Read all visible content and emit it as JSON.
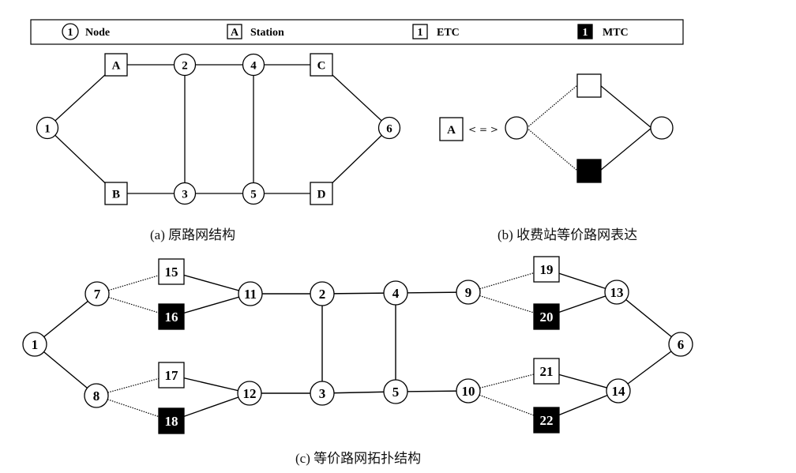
{
  "legend": {
    "items": [
      {
        "symbol": "1",
        "shape": "circle",
        "label": "Node"
      },
      {
        "symbol": "A",
        "shape": "square",
        "label": "Station"
      },
      {
        "symbol": "1",
        "shape": "square",
        "label": "ETC"
      },
      {
        "symbol": "1",
        "shape": "filled-square",
        "label": "MTC"
      }
    ]
  },
  "panel_a": {
    "caption": "(a)  原路网结构",
    "nodes": [
      {
        "id": "1",
        "shape": "circle"
      },
      {
        "id": "A",
        "shape": "square"
      },
      {
        "id": "2",
        "shape": "circle"
      },
      {
        "id": "4",
        "shape": "circle"
      },
      {
        "id": "C",
        "shape": "square"
      },
      {
        "id": "6",
        "shape": "circle"
      },
      {
        "id": "B",
        "shape": "square"
      },
      {
        "id": "3",
        "shape": "circle"
      },
      {
        "id": "5",
        "shape": "circle"
      },
      {
        "id": "D",
        "shape": "square"
      }
    ],
    "edges": [
      [
        "1",
        "A"
      ],
      [
        "A",
        "2"
      ],
      [
        "2",
        "4"
      ],
      [
        "4",
        "C"
      ],
      [
        "C",
        "6"
      ],
      [
        "1",
        "B"
      ],
      [
        "B",
        "3"
      ],
      [
        "3",
        "5"
      ],
      [
        "5",
        "D"
      ],
      [
        "D",
        "6"
      ],
      [
        "2",
        "3"
      ],
      [
        "4",
        "5"
      ]
    ]
  },
  "panel_b": {
    "caption": "(b)  收费站等价路网表达",
    "station_label": "A",
    "equiv_symbol": "< = >"
  },
  "panel_c": {
    "caption": "(c)  等价路网拓扑结构",
    "nodes": [
      {
        "id": "1",
        "shape": "circle"
      },
      {
        "id": "7",
        "shape": "circle"
      },
      {
        "id": "8",
        "shape": "circle"
      },
      {
        "id": "15",
        "shape": "square"
      },
      {
        "id": "16",
        "shape": "filled-square"
      },
      {
        "id": "17",
        "shape": "square"
      },
      {
        "id": "18",
        "shape": "filled-square"
      },
      {
        "id": "11",
        "shape": "circle"
      },
      {
        "id": "12",
        "shape": "circle"
      },
      {
        "id": "2",
        "shape": "circle"
      },
      {
        "id": "3",
        "shape": "circle"
      },
      {
        "id": "4",
        "shape": "circle"
      },
      {
        "id": "5",
        "shape": "circle"
      },
      {
        "id": "9",
        "shape": "circle"
      },
      {
        "id": "10",
        "shape": "circle"
      },
      {
        "id": "19",
        "shape": "square"
      },
      {
        "id": "20",
        "shape": "filled-square"
      },
      {
        "id": "21",
        "shape": "square"
      },
      {
        "id": "22",
        "shape": "filled-square"
      },
      {
        "id": "13",
        "shape": "circle"
      },
      {
        "id": "14",
        "shape": "circle"
      },
      {
        "id": "6",
        "shape": "circle"
      }
    ],
    "edges": [
      {
        "from": "1",
        "to": "7",
        "style": "solid"
      },
      {
        "from": "1",
        "to": "8",
        "style": "solid"
      },
      {
        "from": "7",
        "to": "15",
        "style": "dotted"
      },
      {
        "from": "7",
        "to": "16",
        "style": "dotted"
      },
      {
        "from": "8",
        "to": "17",
        "style": "dotted"
      },
      {
        "from": "8",
        "to": "18",
        "style": "dotted"
      },
      {
        "from": "15",
        "to": "11",
        "style": "solid"
      },
      {
        "from": "16",
        "to": "11",
        "style": "solid"
      },
      {
        "from": "17",
        "to": "12",
        "style": "solid"
      },
      {
        "from": "18",
        "to": "12",
        "style": "solid"
      },
      {
        "from": "11",
        "to": "2",
        "style": "solid"
      },
      {
        "from": "12",
        "to": "3",
        "style": "solid"
      },
      {
        "from": "2",
        "to": "4",
        "style": "solid"
      },
      {
        "from": "3",
        "to": "5",
        "style": "solid"
      },
      {
        "from": "2",
        "to": "3",
        "style": "solid"
      },
      {
        "from": "4",
        "to": "5",
        "style": "solid"
      },
      {
        "from": "4",
        "to": "9",
        "style": "solid"
      },
      {
        "from": "5",
        "to": "10",
        "style": "solid"
      },
      {
        "from": "9",
        "to": "19",
        "style": "dotted"
      },
      {
        "from": "9",
        "to": "20",
        "style": "dotted"
      },
      {
        "from": "10",
        "to": "21",
        "style": "dotted"
      },
      {
        "from": "10",
        "to": "22",
        "style": "dotted"
      },
      {
        "from": "19",
        "to": "13",
        "style": "solid"
      },
      {
        "from": "20",
        "to": "13",
        "style": "solid"
      },
      {
        "from": "21",
        "to": "14",
        "style": "solid"
      },
      {
        "from": "22",
        "to": "14",
        "style": "solid"
      },
      {
        "from": "13",
        "to": "6",
        "style": "solid"
      },
      {
        "from": "14",
        "to": "6",
        "style": "solid"
      }
    ]
  }
}
